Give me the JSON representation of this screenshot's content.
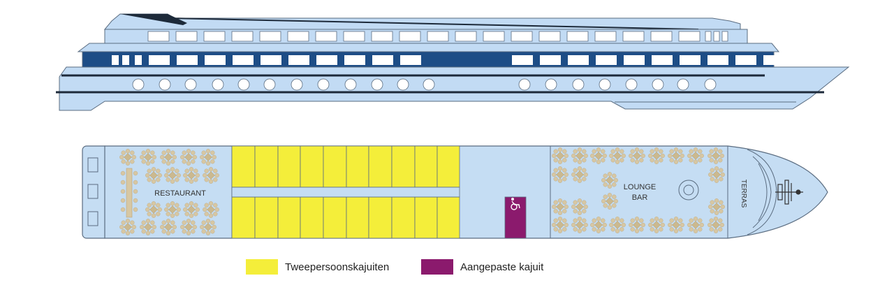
{
  "deck_labels": {
    "restaurant": "RESTAURANT",
    "lounge_line1": "LOUNGE",
    "lounge_line2": "BAR",
    "terrace": "TERRAS"
  },
  "legend": [
    {
      "label": "Tweepersoonskajuiten",
      "color": "#f4ee3a"
    },
    {
      "label": "Aangepaste kajuit",
      "color": "#8b1a6d"
    }
  ],
  "colors": {
    "hull": "#c2dbf4",
    "floor": "#c5ddf3",
    "outline": "#5a6c80",
    "dark_blue": "#1d4d86",
    "seat": "#d7c7a3",
    "table": "#cbb98f"
  },
  "icons": {
    "accessible": "wheelchair-icon"
  }
}
